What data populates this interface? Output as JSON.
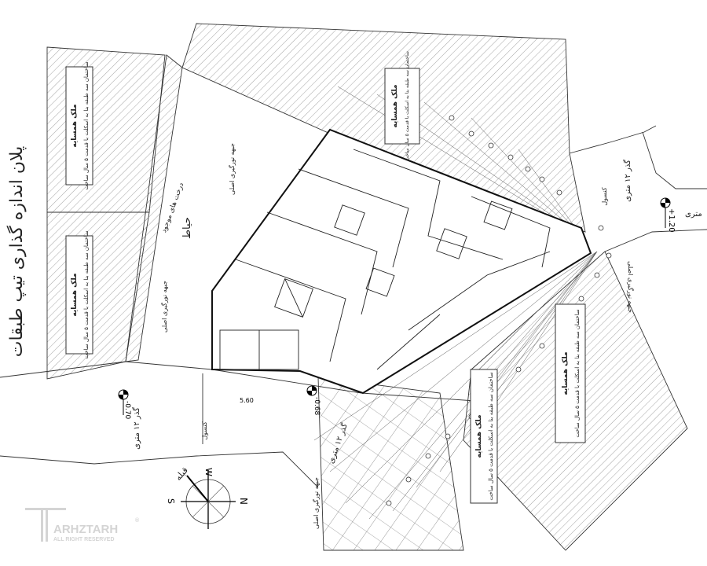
{
  "title": "پلان اندازه گذاری تیپ طبقات",
  "neighbors": [
    {
      "label": "ملک همسایه",
      "desc": "ساختمان سه طبقه بنا به اسکلت با قدمت ۵ سال ساخت"
    },
    {
      "label": "ملک همسایه",
      "desc": "ساختمان سه طبقه بنا به اسکلت با قدمت ۵ سال ساخت"
    },
    {
      "label": "ملک همسایه",
      "desc": "ساختمان سه طبقه بنا به اسکلت با قدمت ۵ سال ساخت"
    },
    {
      "label": "ملک همسایه",
      "desc": "ساختمان سه طبقه بنا به اسکلت با قدمت ۵ سال ساخت"
    },
    {
      "label": "ملک همسایه",
      "desc": "ساختمان سه طبقه بنا به اسکلت با قدمت ۵ سال ساخت"
    }
  ],
  "streets": {
    "right": "گذر ۱۲ متری",
    "right_partial": "متری",
    "bottom_left": "گذر ۱۲ متری",
    "bottom_mid": "گذر ۱۲ متری"
  },
  "labels": {
    "yard": "حیاط",
    "trees": "درخت های موجود",
    "main_light": "جبهه نورگیری اصلی",
    "cantilever": "کنسول"
  },
  "elevations": {
    "right": "+1.20",
    "left": "-0.70",
    "mid": "-0.68",
    "dim": "5.60"
  },
  "compass": {
    "n": "N",
    "s": "S",
    "w": "W",
    "qibla": "قبله"
  },
  "watermark": {
    "brand": "ARHZTARH",
    "sub": "ALL RIGHT RESERVED",
    "reg": "®"
  }
}
